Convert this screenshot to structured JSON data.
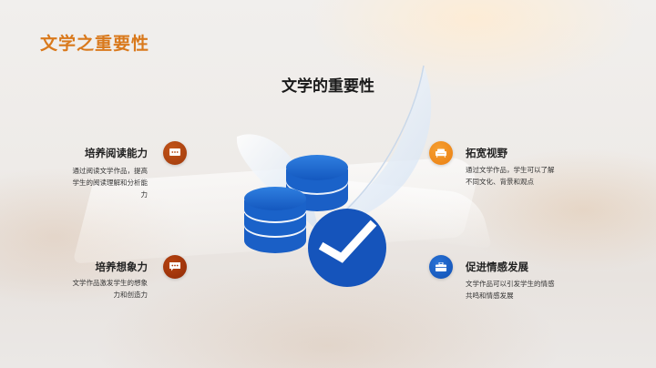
{
  "slide": {
    "title": "文学之重要性",
    "subtitle": "文学的重要性",
    "colors": {
      "title_accent": "#d9791c",
      "rust": "#a8400f",
      "orange": "#f08a18",
      "blue": "#1259c3",
      "center_art_blue": "#1763cc"
    },
    "items": [
      {
        "position": "top-left",
        "title": "培养阅读能力",
        "description_lines": [
          "通过阅读文学作品，提高",
          "学生的阅读理解和分析能",
          "力"
        ],
        "icon": "chat-bubble-icon",
        "icon_color": "#b4470f"
      },
      {
        "position": "bottom-left",
        "title": "培养想象力",
        "description_lines": [
          "文学作品激发学生的想象",
          "力和创造力"
        ],
        "icon": "chat-bubble-icon",
        "icon_color": "#a8380c"
      },
      {
        "position": "top-right",
        "title": "拓宽视野",
        "description_lines": [
          "通过文学作品，学生可以了解",
          "不同文化、背景和观点"
        ],
        "icon": "armchair-icon",
        "icon_color": "#f08a18"
      },
      {
        "position": "bottom-right",
        "title": "促进情感发展",
        "description_lines": [
          "文学作品可以引发学生的情感",
          "共鸣和情感发展"
        ],
        "icon": "briefcase-icon",
        "icon_color": "#1259c3"
      }
    ],
    "center_art": {
      "elements": [
        "coin-stack-icon",
        "coin-stack-icon",
        "check-circle-icon",
        "feather-icon"
      ]
    }
  }
}
